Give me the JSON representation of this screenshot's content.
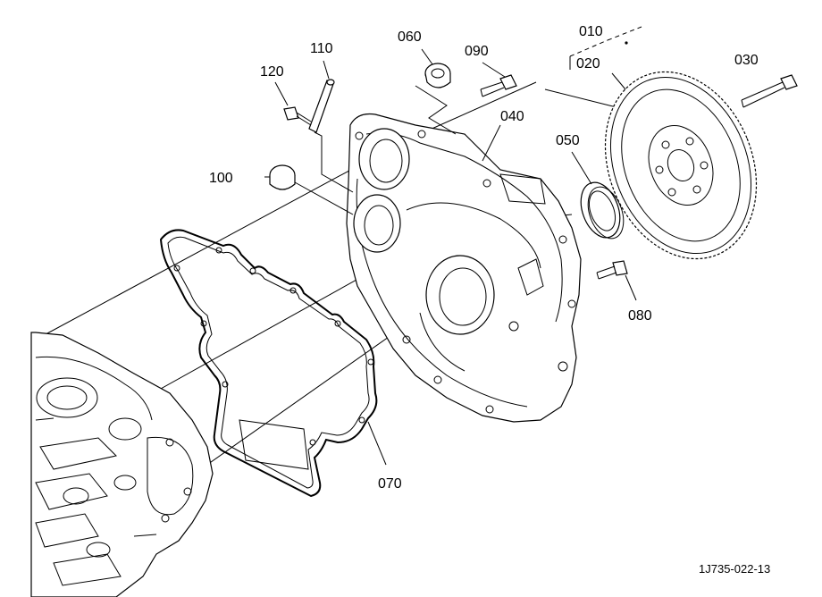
{
  "labels": {
    "p010": "010",
    "p020": "020",
    "p030": "030",
    "p040": "040",
    "p050": "050",
    "p060": "060",
    "p070": "070",
    "p080": "080",
    "p090": "090",
    "p100": "100",
    "p110": "110",
    "p120": "120"
  },
  "reference_code": "1J735-022-13",
  "colors": {
    "line": "#000000",
    "background": "#ffffff"
  }
}
